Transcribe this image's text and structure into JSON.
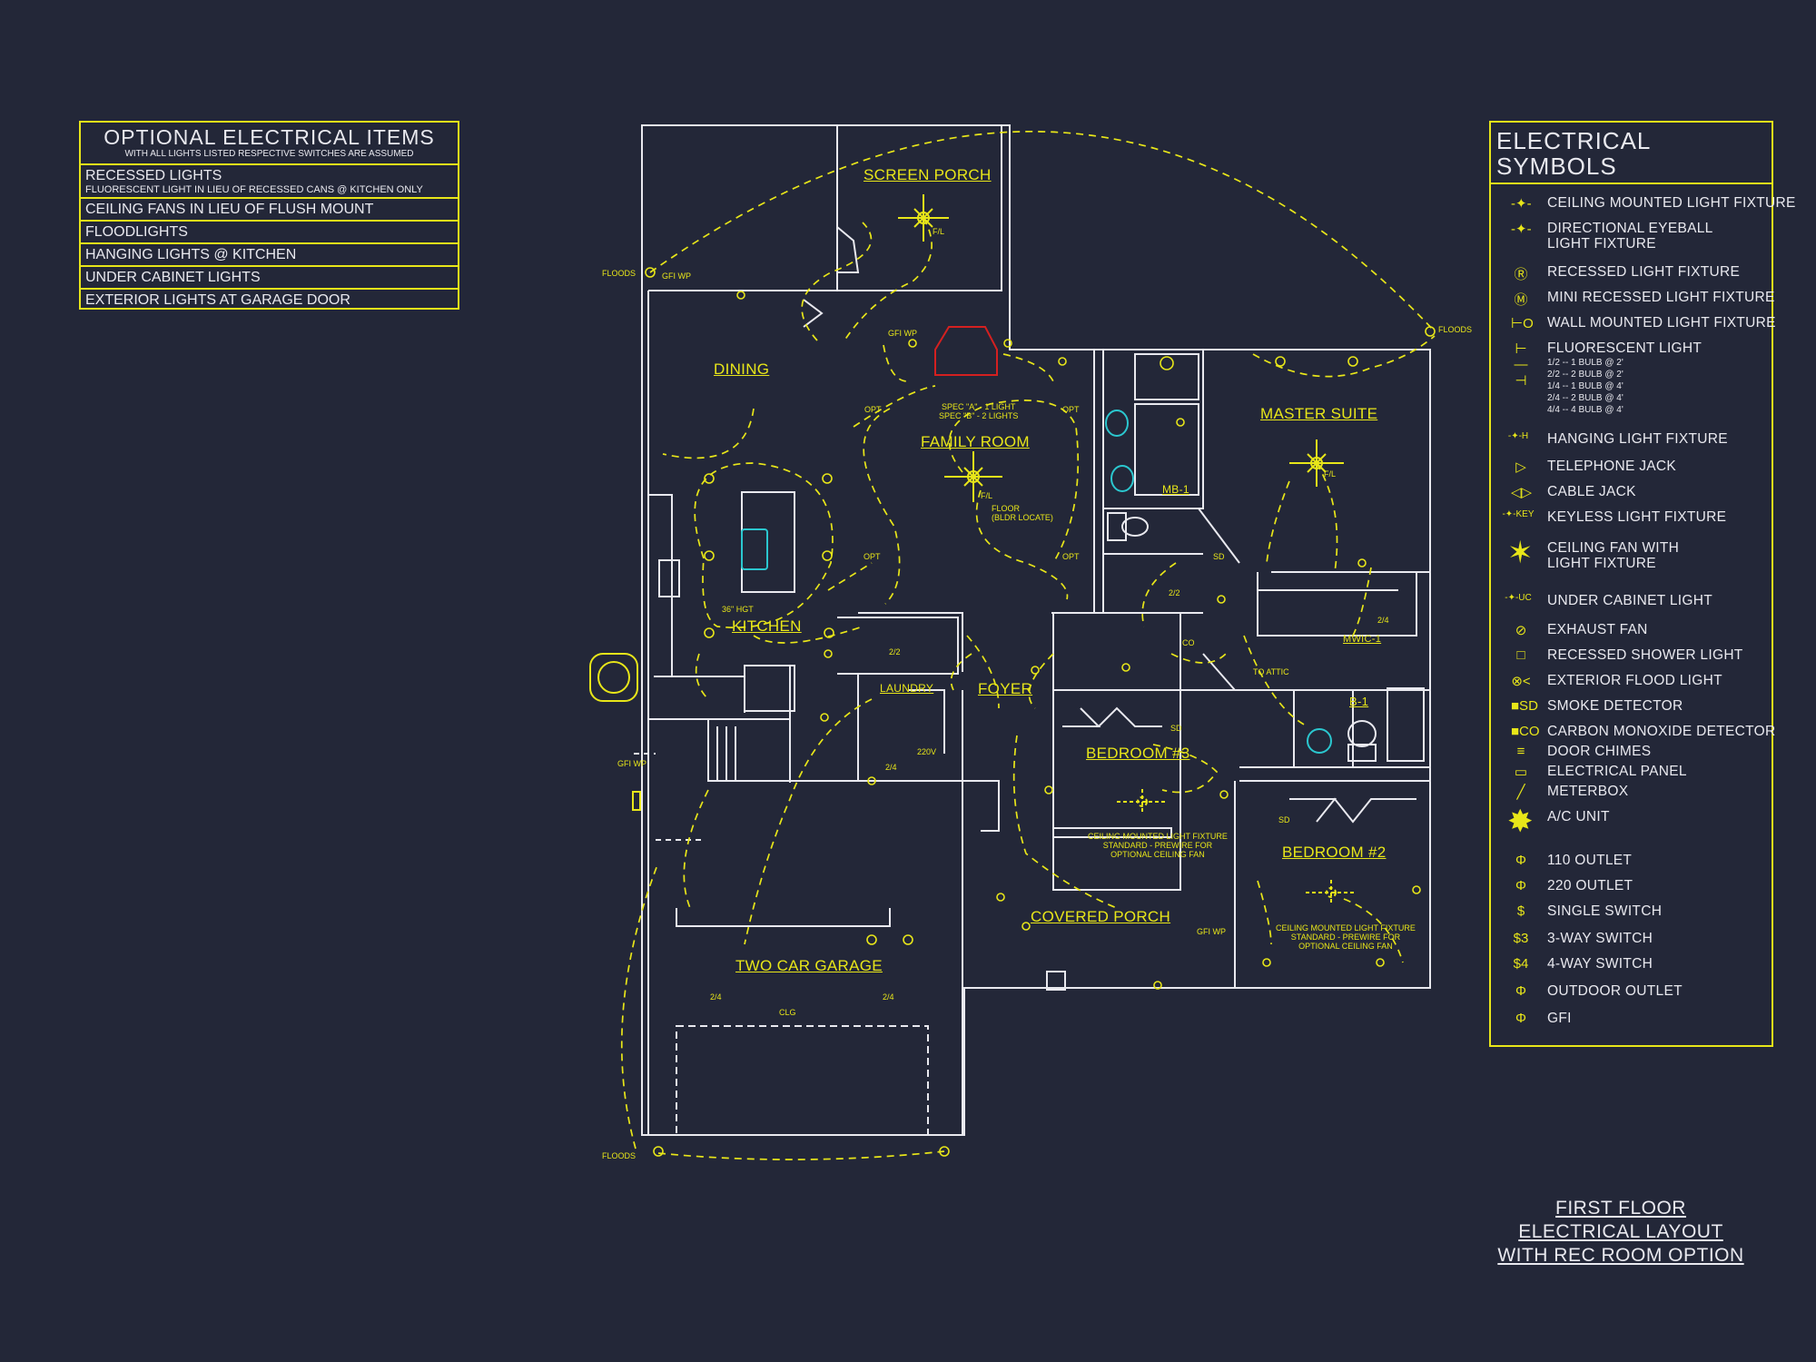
{
  "optional_items": {
    "title": "OPTIONAL ELECTRICAL ITEMS",
    "subtitle": "WITH ALL LIGHTS LISTED RESPECTIVE SWITCHES ARE ASSUMED",
    "rows": [
      {
        "label": "RECESSED LIGHTS",
        "sub": "FLUORESCENT LIGHT IN LIEU OF RECESSED CANS @ KITCHEN ONLY"
      },
      {
        "label": "CEILING FANS IN LIEU OF FLUSH MOUNT",
        "sub": ""
      },
      {
        "label": "FLOODLIGHTS",
        "sub": ""
      },
      {
        "label": "HANGING LIGHTS @ KITCHEN",
        "sub": ""
      },
      {
        "label": "UNDER CABINET LIGHTS",
        "sub": ""
      },
      {
        "label": "EXTERIOR LIGHTS AT GARAGE DOOR",
        "sub": ""
      }
    ]
  },
  "symbols": {
    "title": "ELECTRICAL SYMBOLS",
    "items": [
      {
        "icon": "ceiling-light-icon",
        "glyph": "-✦-",
        "label": "CEILING MOUNTED LIGHT FIXTURE"
      },
      {
        "icon": "eyeball-light-icon",
        "glyph": "-✦-",
        "label": "DIRECTIONAL EYEBALL",
        "label2": "LIGHT FIXTURE"
      },
      {
        "icon": "recessed-light-icon",
        "glyph": "Ⓡ",
        "label": "RECESSED LIGHT FIXTURE"
      },
      {
        "icon": "mini-recessed-light-icon",
        "glyph": "Ⓜ",
        "label": "MINI RECESSED LIGHT FIXTURE"
      },
      {
        "icon": "wall-light-icon",
        "glyph": "⊢O",
        "label": "WALL MOUNTED LIGHT FIXTURE"
      },
      {
        "icon": "fluorescent-light-icon",
        "glyph": "⊢—⊣",
        "label": "FLUORESCENT LIGHT",
        "notes": [
          "1/2 -- 1 BULB @ 2'",
          "2/2 -- 2 BULB @ 2'",
          "1/4 -- 1 BULB @ 4'",
          "2/4 -- 2 BULB @ 4'",
          "4/4 -- 4 BULB @ 4'"
        ]
      },
      {
        "icon": "hanging-light-icon",
        "glyph": "-✦-H",
        "label": "HANGING LIGHT FIXTURE"
      },
      {
        "icon": "telephone-jack-icon",
        "glyph": "▷",
        "label": "TELEPHONE JACK"
      },
      {
        "icon": "cable-jack-icon",
        "glyph": "◁▷",
        "label": "CABLE JACK"
      },
      {
        "icon": "keyless-light-icon",
        "glyph": "-✦-KEY",
        "label": "KEYLESS LIGHT FIXTURE"
      },
      {
        "icon": "ceiling-fan-icon",
        "glyph": "✶",
        "label": "CEILING FAN WITH",
        "label2": "LIGHT FIXTURE"
      },
      {
        "icon": "under-cabinet-light-icon",
        "glyph": "-✦-UC",
        "label": "UNDER CABINET LIGHT"
      },
      {
        "icon": "exhaust-fan-icon",
        "glyph": "⊘",
        "label": "EXHAUST FAN"
      },
      {
        "icon": "shower-light-icon",
        "glyph": "□",
        "label": "RECESSED SHOWER LIGHT"
      },
      {
        "icon": "flood-light-icon",
        "glyph": "⊗<",
        "label": "EXTERIOR FLOOD LIGHT"
      },
      {
        "icon": "smoke-detector-icon",
        "glyph": "■SD",
        "label": "SMOKE DETECTOR"
      },
      {
        "icon": "co-detector-icon",
        "glyph": "■CO",
        "label": "CARBON MONOXIDE DETECTOR"
      },
      {
        "icon": "door-chimes-icon",
        "glyph": "≡",
        "label": "DOOR CHIMES"
      },
      {
        "icon": "electrical-panel-icon",
        "glyph": "▭",
        "label": "ELECTRICAL PANEL"
      },
      {
        "icon": "meterbox-icon",
        "glyph": "╱",
        "label": "METERBOX"
      },
      {
        "icon": "ac-unit-icon",
        "glyph": "✸",
        "label": "A/C UNIT"
      },
      {
        "icon": "outlet-110-icon",
        "glyph": "Φ",
        "label": "110 OUTLET"
      },
      {
        "icon": "outlet-220-icon",
        "glyph": "Φ",
        "label": "220 OUTLET"
      },
      {
        "icon": "single-switch-icon",
        "glyph": "$",
        "label": "SINGLE SWITCH"
      },
      {
        "icon": "three-way-switch-icon",
        "glyph": "$3",
        "label": "3-WAY SWITCH"
      },
      {
        "icon": "four-way-switch-icon",
        "glyph": "$4",
        "label": "4-WAY SWITCH"
      },
      {
        "icon": "outdoor-outlet-icon",
        "glyph": "Φ",
        "label": "OUTDOOR OUTLET"
      },
      {
        "icon": "gfi-icon",
        "glyph": "Φ",
        "label": "GFI"
      }
    ]
  },
  "rooms": {
    "screen_porch": "SCREEN PORCH",
    "dining": "DINING",
    "family_room": "FAMILY ROOM",
    "master_suite": "MASTER SUITE",
    "kitchen": "KITCHEN",
    "laundry": "LAUNDRY",
    "foyer": "FOYER",
    "bedroom3": "BEDROOM #3",
    "bedroom2": "BEDROOM #2",
    "covered_porch": "COVERED PORCH",
    "two_car_garage": "TWO CAR GARAGE",
    "mb1": "MB-1",
    "mwic1": "MWIC-1",
    "b1": "B-1"
  },
  "annotations": {
    "floods": "FLOODS",
    "gfi_wp": "GFI WP",
    "fl": "F/L",
    "spec": "SPEC \"A\" - 1 LIGHT",
    "spec2": "SPEC \"B\" - 2 LIGHTS",
    "floor_outlet": "FLOOR",
    "floor_outlet2": "(BLDR LOCATE)",
    "opt": "OPT",
    "hgt": "36\" HGT",
    "v220": "220V",
    "fan_note1": "CEILING MOUNTED LIGHT FIXTURE",
    "fan_note2": "STANDARD - PREWIRE FOR",
    "fan_note3": "OPTIONAL CEILING FAN",
    "clg": "CLG",
    "to_attic": "TO ATTIC",
    "sd": "SD",
    "co": "CO",
    "r22": "2/2",
    "r24": "2/4"
  },
  "drawing_title": {
    "line1": "FIRST FLOOR",
    "line2": "ELECTRICAL LAYOUT",
    "line3": "WITH REC ROOM OPTION"
  },
  "colors": {
    "background": "#232738",
    "electrical": "#e8e619",
    "walls": "#e9e9ef",
    "fixtures": "#2bc7cf",
    "fireplace": "#d42020"
  }
}
